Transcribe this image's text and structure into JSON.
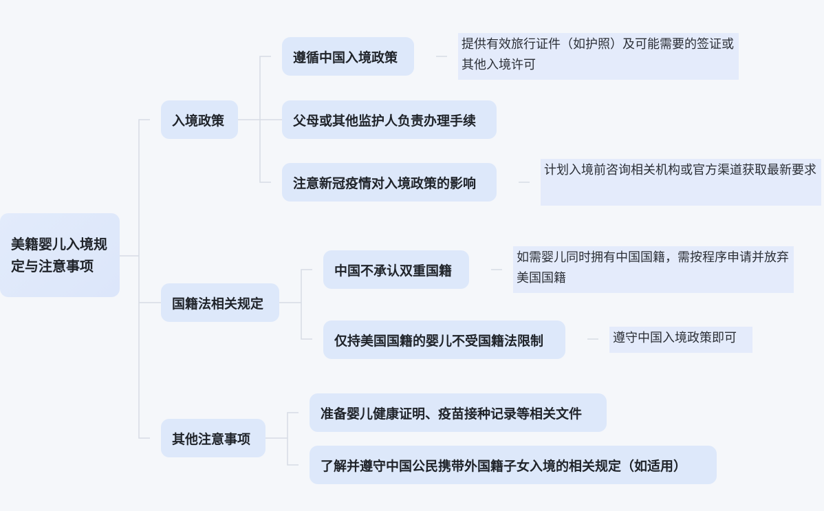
{
  "root": {
    "title": "美籍婴儿入境规定与注意事项"
  },
  "branches": [
    {
      "label": "入境政策",
      "children": [
        {
          "label": "遵循中国入境政策",
          "note": "提供有效旅行证件（如护照）及可能需要的签证或其他入境许可"
        },
        {
          "label": "父母或其他监护人负责办理手续"
        },
        {
          "label": "注意新冠疫情对入境政策的影响",
          "note": "计划入境前咨询相关机构或官方渠道获取最新要求"
        }
      ]
    },
    {
      "label": "国籍法相关规定",
      "children": [
        {
          "label": "中国不承认双重国籍",
          "note": "如需婴儿同时拥有中国国籍，需按程序申请并放弃美国国籍"
        },
        {
          "label": "仅持美国国籍的婴儿不受国籍法限制",
          "note": "遵守中国入境政策即可"
        }
      ]
    },
    {
      "label": "其他注意事项",
      "children": [
        {
          "label": "准备婴儿健康证明、疫苗接种记录等相关文件"
        },
        {
          "label": "了解并遵守中国公民携带外国籍子女入境的相关规定（如适用）"
        }
      ]
    }
  ],
  "colors": {
    "background": "#f5f7fa",
    "node_fill": "#dde8fa",
    "note_fill": "#e4ebfb",
    "connector": "#d6dce4",
    "text": "#1f2329"
  }
}
